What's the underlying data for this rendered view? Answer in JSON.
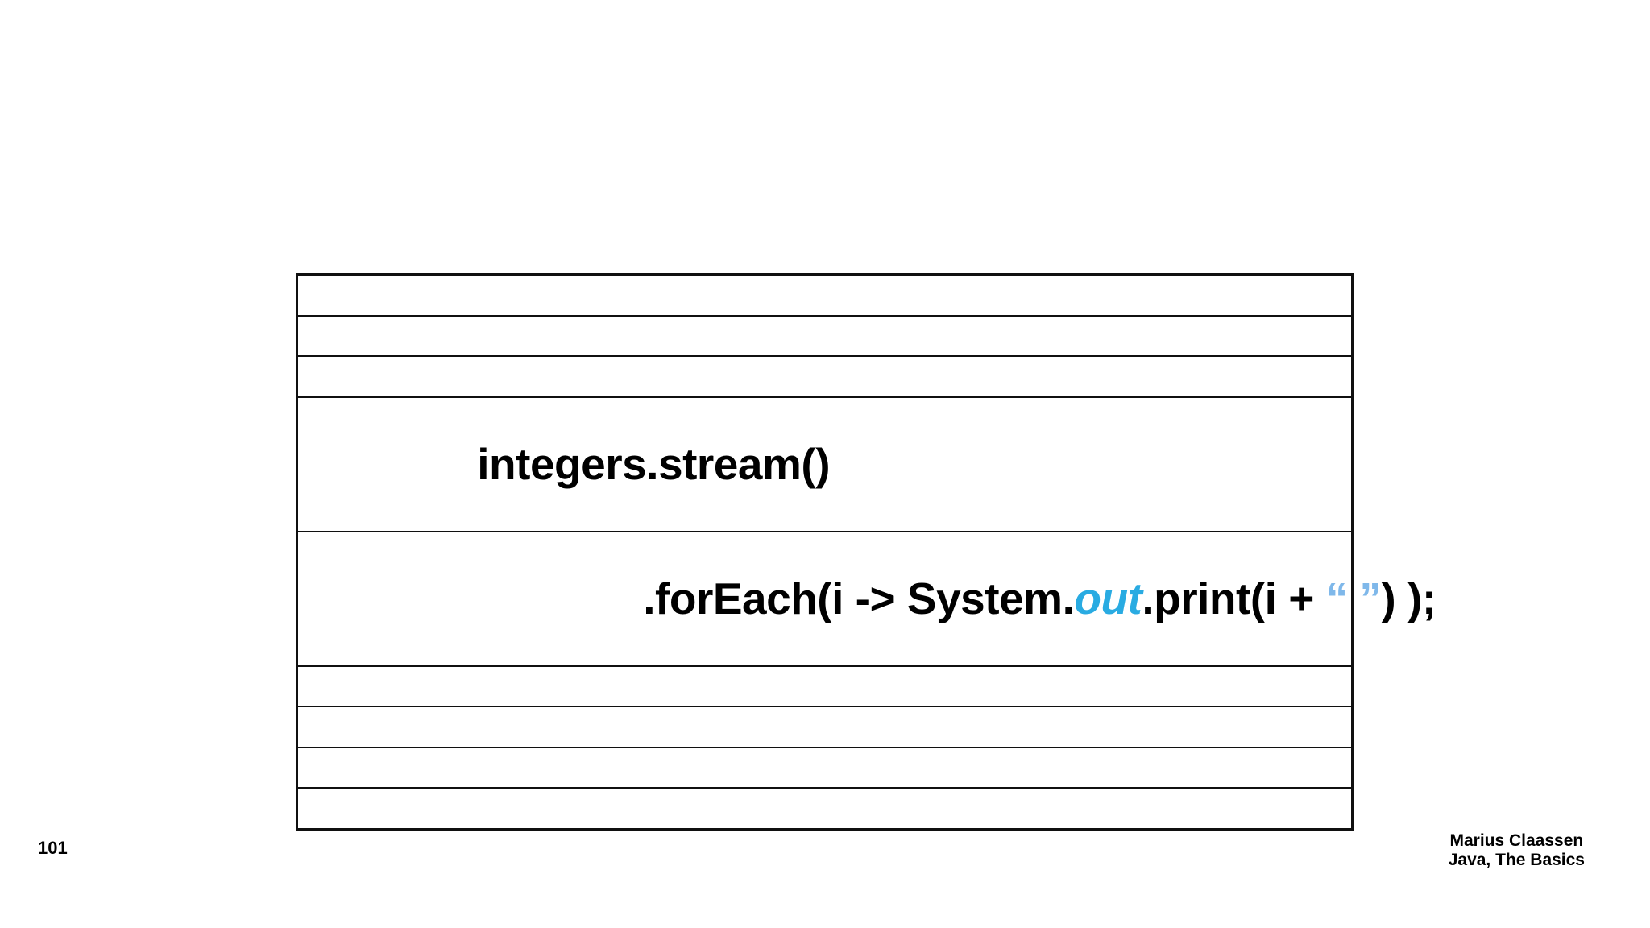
{
  "slide": {
    "page_number": "101",
    "credit": {
      "line1": "Marius Claassen",
      "line2": "Java, The Basics"
    },
    "table": {
      "row_count": 9,
      "empty_rows": [
        1,
        2,
        3,
        6,
        7,
        8,
        9
      ],
      "code_rows": [
        4,
        5
      ]
    },
    "code": {
      "stream_line": "integers.stream()",
      "foreach_line": {
        "prefix": ".forEach(i -> System.",
        "out_field": "out",
        "middle": ".print(i + ",
        "quotes": "“ ”",
        "suffix": ") );"
      }
    },
    "colors": {
      "out_accent": "#29ABE2",
      "quote_accent": "#7FB8EA",
      "table_border": "#101010",
      "text": "#000000",
      "background": "#ffffff"
    }
  }
}
